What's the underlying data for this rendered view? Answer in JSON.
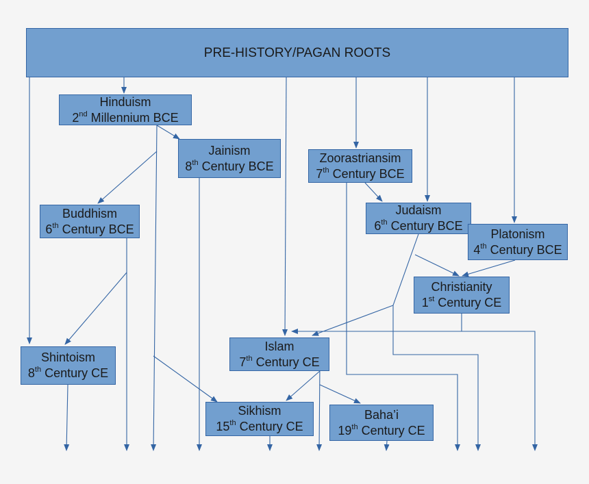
{
  "colors": {
    "box_fill": "#729fcf",
    "box_border": "#3465a4",
    "arrow": "#3465a4",
    "background": "#f5f5f5"
  },
  "root": {
    "label": "PRE-HISTORY/PAGAN ROOTS"
  },
  "nodes": {
    "hinduism": {
      "name": "Hinduism",
      "num": "2",
      "sup": "nd",
      "rest": " Millennium BCE"
    },
    "jainism": {
      "name": "Jainism",
      "num": "8",
      "sup": "th",
      "rest": " Century BCE"
    },
    "zoroastrianism": {
      "name": "Zoorastriansim",
      "num": "7",
      "sup": "th",
      "rest": " Century BCE"
    },
    "buddhism": {
      "name": "Buddhism",
      "num": "6",
      "sup": "th",
      "rest": " Century BCE"
    },
    "judaism": {
      "name": "Judaism",
      "num": "6",
      "sup": "th",
      "rest": " Century BCE"
    },
    "platonism": {
      "name": "Platonism",
      "num": "4",
      "sup": "th",
      "rest": " Century BCE"
    },
    "christianity": {
      "name": "Christianity",
      "num": "1",
      "sup": "st",
      "rest": " Century CE"
    },
    "shintoism": {
      "name": "Shintoism",
      "num": "8",
      "sup": "th",
      "rest": " Century CE"
    },
    "islam": {
      "name": "Islam",
      "num": "7",
      "sup": "th",
      "rest": " Century CE"
    },
    "sikhism": {
      "name": "Sikhism",
      "num": "15",
      "sup": "th",
      "rest": " Century CE"
    },
    "bahai": {
      "name": "Baha’i",
      "num": "19",
      "sup": "th",
      "rest": " Century CE"
    }
  }
}
